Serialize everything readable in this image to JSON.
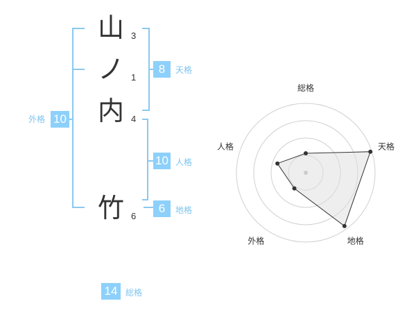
{
  "name": {
    "surname": [
      {
        "char": "山",
        "strokes": "3"
      },
      {
        "char": "ノ",
        "strokes": "1"
      },
      {
        "char": "内",
        "strokes": "4"
      }
    ],
    "given": [
      {
        "char": "竹",
        "strokes": "6"
      }
    ]
  },
  "scores": {
    "tenkaku": {
      "value": "8",
      "label": "天格"
    },
    "jinkaku": {
      "value": "10",
      "label": "人格"
    },
    "chikaku": {
      "value": "6",
      "label": "地格"
    },
    "gaikaku": {
      "value": "10",
      "label": "外格"
    },
    "soukaku": {
      "value": "14",
      "label": "総格"
    }
  },
  "colors": {
    "accent": "#8dd0fb",
    "accent_text": "#7fc4ee",
    "bracket": "#8ac8f0",
    "text": "#333333"
  },
  "chart_data": {
    "type": "radar",
    "axes": [
      "総格",
      "天格",
      "地格",
      "外格",
      "人格"
    ],
    "values": [
      0.28,
      0.98,
      0.95,
      0.28,
      0.43
    ],
    "rings": 4,
    "max": 1
  }
}
